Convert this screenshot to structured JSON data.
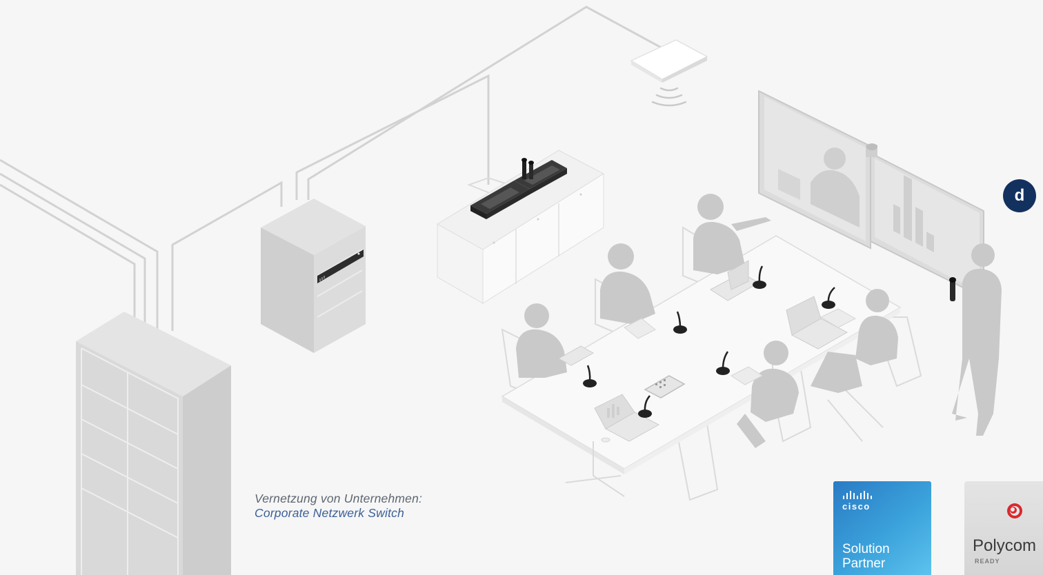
{
  "caption": {
    "line1": "Vernetzung von Unternehmen:",
    "line2": "Corporate Netzwerk Switch"
  },
  "marker": {
    "label": "d"
  },
  "badges": {
    "cisco": {
      "wordmark": "cisco",
      "line1": "Solution",
      "line2": "Partner"
    },
    "polycom": {
      "wordmark": "Polycom",
      "tagline": "READY"
    }
  },
  "colors": {
    "background": "#f6f6f6",
    "caption_primary": "#5f6670",
    "caption_accent": "#3a5f99",
    "marker_fill": "#13315f",
    "cisco_blue": "#2a7bc4",
    "polycom_red": "#d9282f"
  }
}
